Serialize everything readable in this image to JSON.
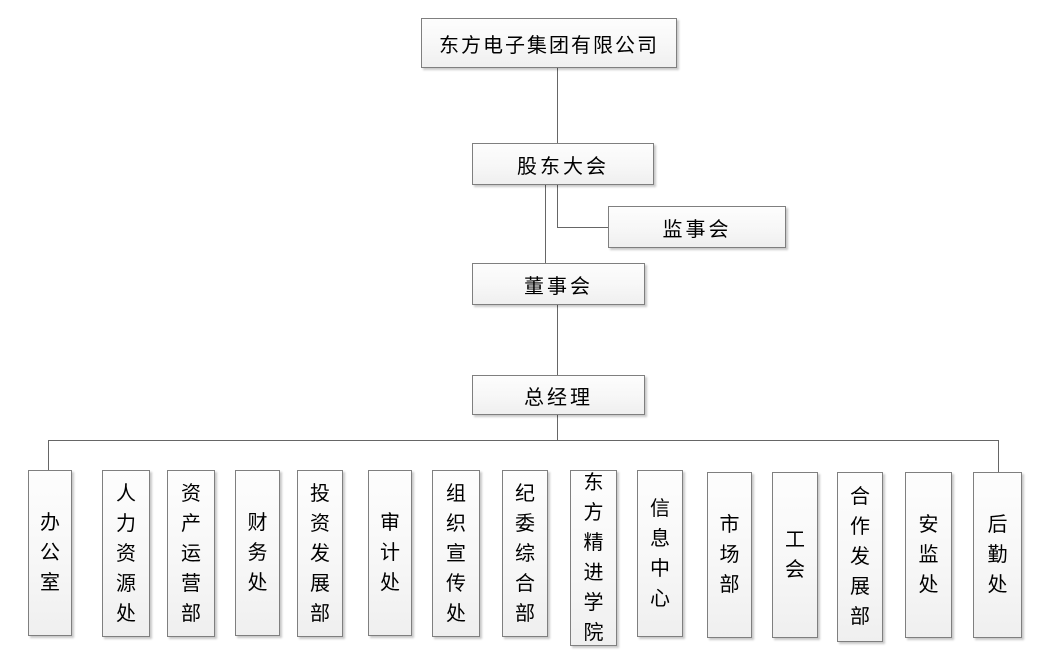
{
  "org_chart": {
    "company": "东方电子集团有限公司",
    "shareholders_meeting": "股东大会",
    "supervisory_board": "监事会",
    "board_of_directors": "董事会",
    "general_manager": "总经理",
    "departments": [
      "办公室",
      "人力资源处",
      "资产运营部",
      "财务处",
      "投资发展部",
      "审计处",
      "组织宣传处",
      "纪委综合部",
      "东方精进学院",
      "信息中心",
      "市场部",
      "工会",
      "合作发展部",
      "安监处",
      "后勤处"
    ],
    "colors": {
      "background": "#ffffff",
      "box_border": "#7f7f7f",
      "box_fill": "#f5f5f5",
      "connector": "#666666",
      "text": "#000000"
    }
  }
}
